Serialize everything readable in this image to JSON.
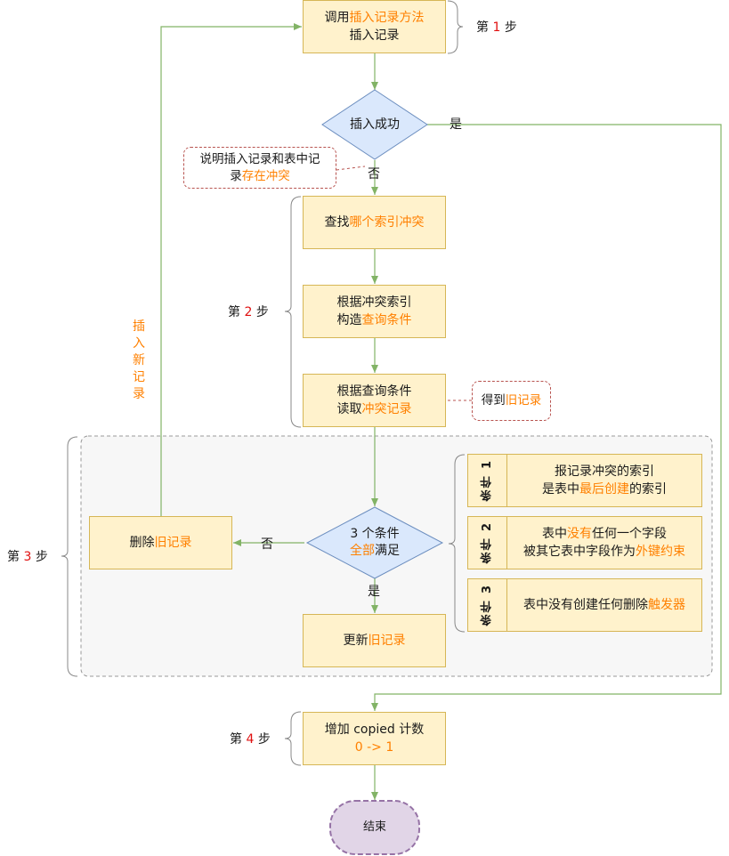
{
  "step1": {
    "box_pre": "调用",
    "box_hl": "插入记录方法",
    "box_line2": "插入记录",
    "label_pre": "第",
    "label_num": "1",
    "label_post": "步"
  },
  "decision1": {
    "text": "插入成功",
    "yes": "是",
    "no": "否"
  },
  "note_conflict": {
    "line1": "说明插入记录和表中记",
    "line2_pre": "录",
    "line2_hl": "存在冲突"
  },
  "step2": {
    "label_pre": "第",
    "label_num": "2",
    "label_post": "步",
    "find_pre": "查找",
    "find_hl": "哪个索引冲突",
    "build_line1": "根据冲突索引",
    "build_pre": "构造",
    "build_hl": "查询条件",
    "read_line1": "根据查询条件",
    "read_pre": "读取",
    "read_hl": "冲突记录"
  },
  "note_old": {
    "pre": "得到",
    "hl": "旧记录"
  },
  "insert_new_label": [
    "插",
    "入",
    "新",
    "记",
    "录"
  ],
  "step3": {
    "label_pre": "第",
    "label_num": "3",
    "label_post": "步",
    "delete_pre": "删除",
    "delete_hl": "旧记录",
    "decision_line1": "3 个条件",
    "decision_hl": "全部",
    "decision_post": "满足",
    "no": "否",
    "yes": "是",
    "update_pre": "更新",
    "update_hl": "旧记录",
    "conditions": [
      {
        "tag": "条件 1",
        "line1": "报记录冲突的索引",
        "line2_pre": "是表中",
        "line2_hl": "最后创建",
        "line2_post": "的索引"
      },
      {
        "tag": "条件 2",
        "line1_pre": "表中",
        "line1_hl": "没有",
        "line1_post": "任何一个字段",
        "line2_pre": "被其它表中字段作为",
        "line2_hl": "外键约束"
      },
      {
        "tag": "条件 3",
        "line1_pre": "表中没有创建任何删除",
        "line1_hl": "触发器"
      }
    ]
  },
  "step4": {
    "label_pre": "第",
    "label_num": "4",
    "label_post": "步",
    "line1": "增加 copied 计数",
    "line2": "0 -> 1"
  },
  "end": {
    "text": "结束"
  },
  "colors": {
    "box_fill": "#fff2cc",
    "box_border": "#d6b656",
    "decision_fill": "#dae8fc",
    "decision_border": "#6c8ebf",
    "arrow": "#82b366",
    "end_fill": "#e1d5e7",
    "end_border": "#9673a6",
    "highlight": "#ff8000",
    "step_num": "#e01010"
  }
}
